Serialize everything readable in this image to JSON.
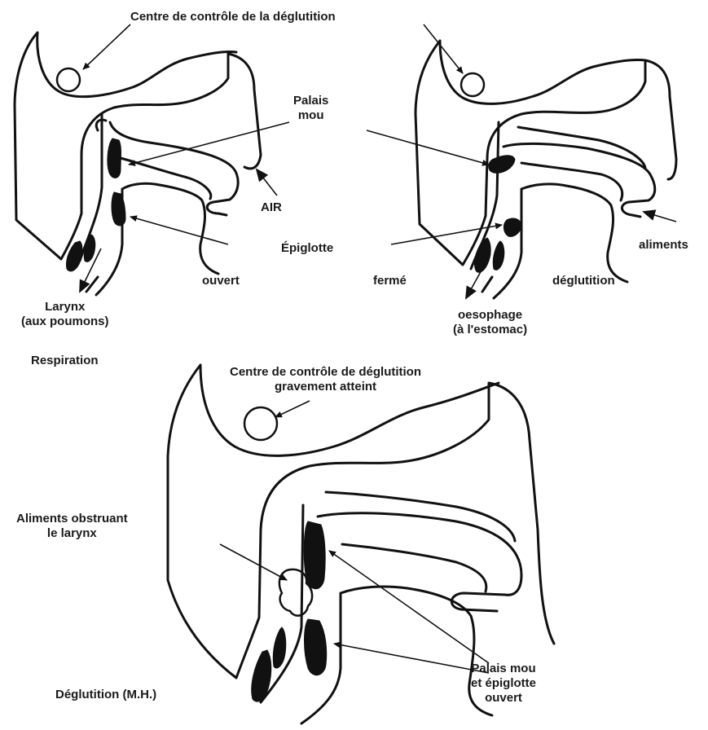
{
  "labels": {
    "centre_top": "Centre de contrôle de la déglutition",
    "palais_mou": [
      "Palais",
      "mou"
    ],
    "air": "AIR",
    "epiglotte": "Épiglotte",
    "ouvert": "ouvert",
    "ferme": "fermé",
    "aliments": "aliments",
    "deglutition": "déglutition",
    "larynx": [
      "Larynx",
      "(aux poumons)"
    ],
    "oesophage": [
      "oesophage",
      "(à l'estomac)"
    ],
    "respiration": "Respiration",
    "centre_bottom": [
      "Centre de contrôle de déglutition",
      "gravement atteint"
    ],
    "aliments_obstruant": [
      "Aliments obstruant",
      "le larynx"
    ],
    "deglutition_mh": "Déglutition (M.H.)",
    "palais_epiglotte_ouvert": [
      "Palais mou",
      "et épiglotte",
      "ouvert"
    ]
  }
}
